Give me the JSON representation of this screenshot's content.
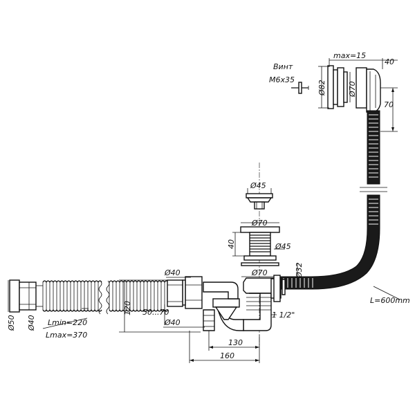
{
  "labels": {
    "screw_title": "Винт",
    "screw_size": "М6x35",
    "overflow_max": "max=15",
    "overflow_40": "40",
    "overflow_d82": "Ø82",
    "overflow_d70": "Ø70",
    "overflow_70": "70",
    "plug_d45": "Ø45",
    "drain_d70_top": "Ø70",
    "drain_40": "40",
    "drain_d45": "Ø45",
    "drain_d70_bottom": "Ø70",
    "pipe_d32": "Ø32",
    "hose_length": "L=600mm",
    "outlet_d40_top": "Ø40",
    "outlet_d40_bottom": "Ø40",
    "dim_120": "120",
    "dim_50_70": "50...70",
    "thread": "1 1/2\"",
    "dim_130": "130",
    "dim_160": "160",
    "corr_d50": "Ø50",
    "corr_d40": "Ø40",
    "lmin": "Lmin=220",
    "lmax": "Lmax=370"
  }
}
